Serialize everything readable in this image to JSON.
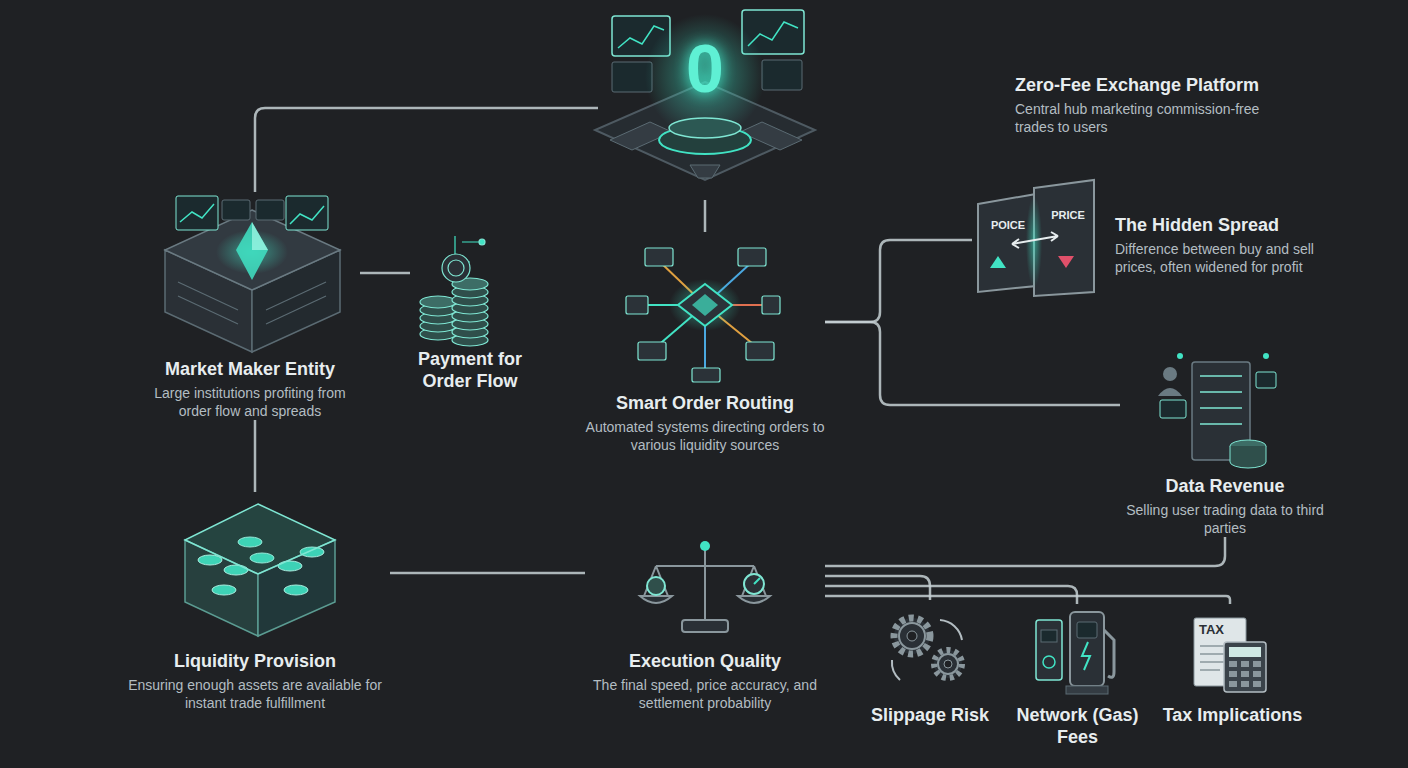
{
  "diagram": {
    "nodes": [
      {
        "text": [
          "Zero-Fee Exchange Platform",
          "Central hub marketing commission-free trades to users"
        ]
      },
      {
        "text": [
          "Market Maker Entity",
          "Large institutions profiting from order flow and spreads"
        ]
      },
      {
        "text": [
          "Payment for Order Flow"
        ]
      },
      {
        "text": [
          "Smart Order Routing",
          "Automated systems directing orders to various liquidity sources"
        ]
      },
      {
        "text": [
          "The Hidden Spread",
          "Difference between buy and sell prices, often widened for profit"
        ]
      },
      {
        "text": [
          "Data Revenue",
          "Selling user trading data to third parties"
        ]
      },
      {
        "text": [
          "Liquidity Provision",
          "Ensuring enough assets are available for instant trade fulfillment"
        ]
      },
      {
        "text": [
          "Execution Quality",
          "The final speed, price accuracy, and settlement probability"
        ]
      },
      {
        "text": [
          "Slippage Risk"
        ]
      },
      {
        "text": [
          "Network (Gas) Fees"
        ]
      },
      {
        "text": [
          "Tax Implications"
        ]
      }
    ],
    "edges": [
      {
        "from": 0,
        "to": 1,
        "arrow": "none"
      },
      {
        "from": 1,
        "to": 2,
        "arrow": "none"
      },
      {
        "from": 0,
        "to": 3,
        "arrow": "none"
      },
      {
        "from": 3,
        "to": 4,
        "arrow": "none"
      },
      {
        "from": 3,
        "to": 5,
        "arrow": "none"
      },
      {
        "from": 1,
        "to": 6,
        "arrow": "none"
      },
      {
        "from": 6,
        "to": 7,
        "arrow": "none"
      },
      {
        "from": 7,
        "to": 5,
        "arrow": "none"
      },
      {
        "from": 7,
        "to": 8,
        "arrow": "none"
      },
      {
        "from": 7,
        "to": 9,
        "arrow": "none"
      },
      {
        "from": 7,
        "to": 10,
        "arrow": "none"
      }
    ],
    "labels": [
      "0",
      "POICE",
      "PRICE",
      "TAX"
    ]
  }
}
